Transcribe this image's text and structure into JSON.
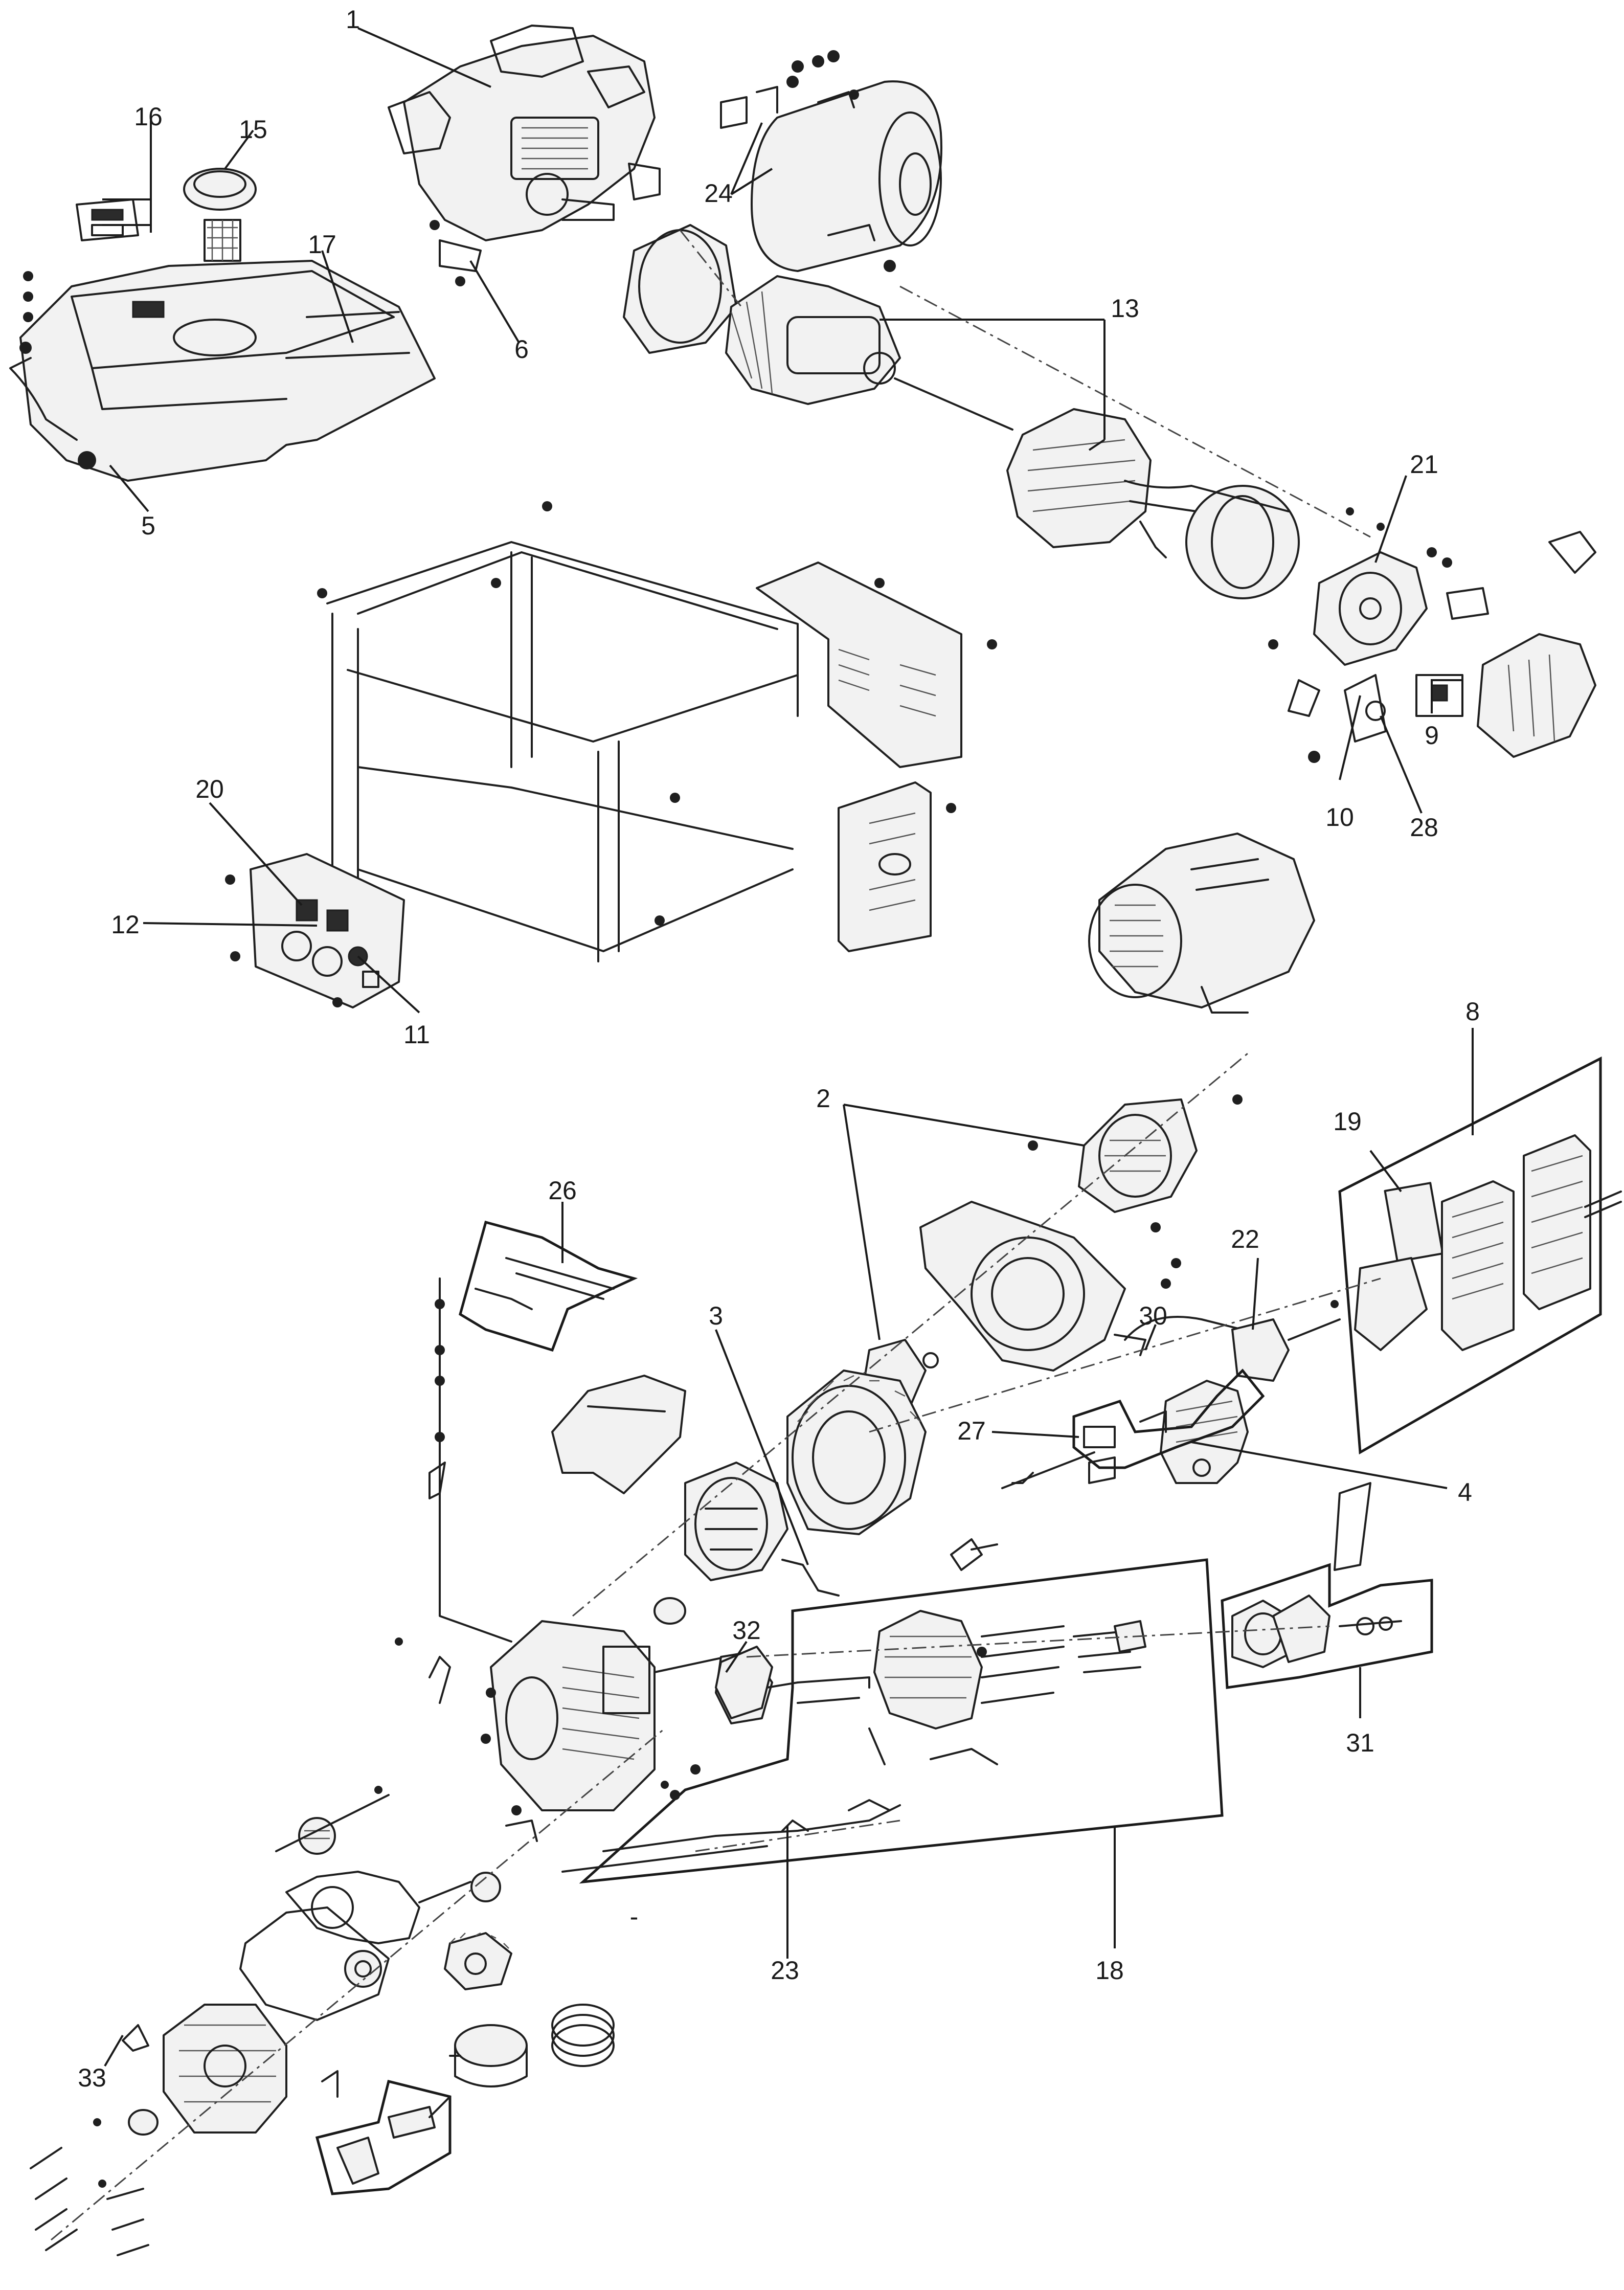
{
  "diagram": {
    "callouts": [
      "1",
      "2",
      "3",
      "4",
      "5",
      "6",
      "8",
      "9",
      "10",
      "11",
      "12",
      "13",
      "15",
      "16",
      "17",
      "18",
      "19",
      "20",
      "21",
      "22",
      "23",
      "24",
      "26",
      "27",
      "28",
      "30",
      "31",
      "32",
      "33"
    ],
    "stray_mark": "-"
  }
}
